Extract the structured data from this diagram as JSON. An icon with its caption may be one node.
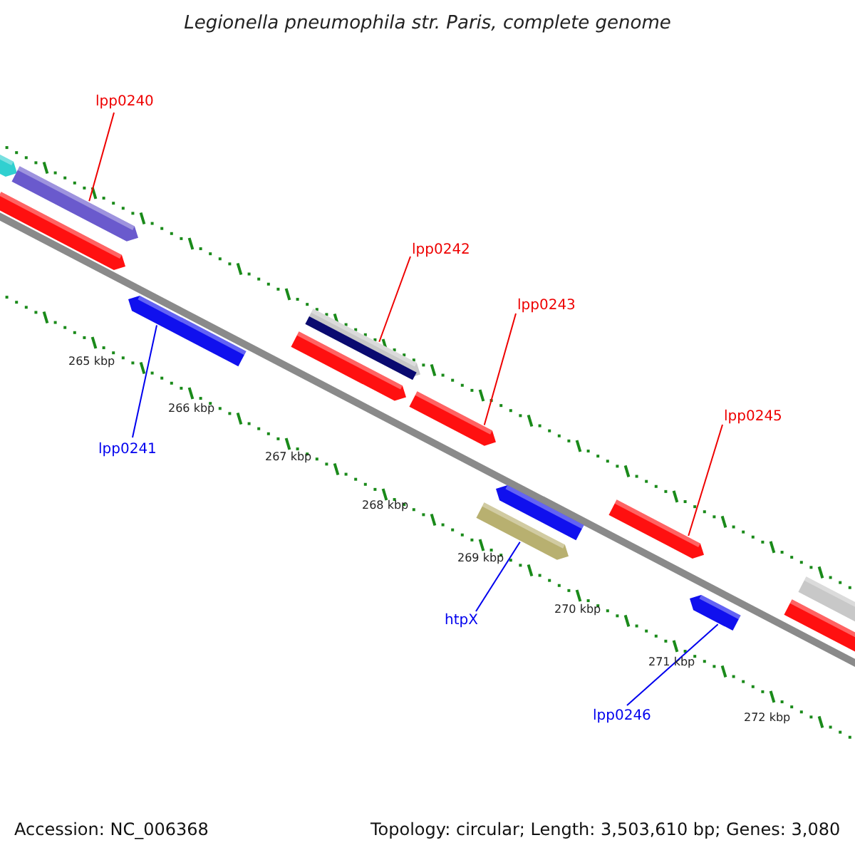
{
  "diagram": {
    "title": "Legionella pneumophila str. Paris, complete genome",
    "nodes": [
      {
        "text": [
          "lpp0240"
        ]
      },
      {
        "text": [
          "lpp0241"
        ]
      },
      {
        "text": [
          "lpp0242"
        ]
      },
      {
        "text": [
          "lpp0243"
        ]
      },
      {
        "text": [
          "lpp0245"
        ]
      },
      {
        "text": [
          "htpX"
        ]
      },
      {
        "text": [
          "lpp0246"
        ]
      },
      {
        "text": [],
        "shape": "bar"
      },
      {
        "text": [],
        "shape": "bar"
      },
      {
        "text": [],
        "shape": "bar"
      },
      {
        "text": [],
        "shape": "bar"
      },
      {
        "text": [],
        "shape": "bar"
      },
      {
        "text": [],
        "shape": "bar"
      },
      {
        "text": [],
        "shape": "bar"
      },
      {
        "text": [],
        "shape": "bar"
      },
      {
        "text": [],
        "shape": "bar"
      },
      {
        "text": [],
        "shape": "bar"
      },
      {
        "text": [],
        "shape": "bar"
      },
      {
        "text": [],
        "shape": "bar"
      },
      {
        "text": [],
        "shape": "bar"
      }
    ],
    "edges": [
      {
        "from": 0,
        "to": 8,
        "arrow": "none"
      },
      {
        "from": 1,
        "to": 10,
        "arrow": "none",
        "color": "#0000ee"
      },
      {
        "from": 2,
        "to": 12,
        "arrow": "none"
      },
      {
        "from": 3,
        "to": 13,
        "arrow": "none"
      },
      {
        "from": 4,
        "to": 16,
        "arrow": "none"
      },
      {
        "from": 5,
        "to": 14,
        "arrow": "none",
        "color": "#0000ee"
      },
      {
        "from": 6,
        "to": 17,
        "arrow": "none",
        "color": "#0000ee"
      }
    ],
    "labels": [
      "265 kbp",
      "266 kbp",
      "267 kbp",
      "268 kbp",
      "269 kbp",
      "270 kbp",
      "271 kbp",
      "272 kbp",
      "Accession: NC_006368",
      "Topology: circular; Length: 3,503,610 bp; Genes: 3,080"
    ]
  }
}
